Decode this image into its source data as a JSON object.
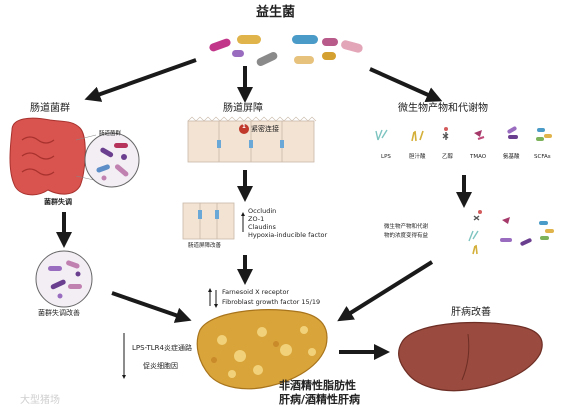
{
  "title": "益生菌",
  "branches": {
    "left": "肠道菌群",
    "middle": "肠道屏障",
    "right": "微生物产物和代谢物"
  },
  "left": {
    "zoom_label": "肠道菌群",
    "dysbiosis": "菌群失调",
    "improved": "菌群失调改善",
    "pathway": "LPS-TLR4炎症通路",
    "cytokines": "促炎细胞因"
  },
  "middle": {
    "tight_junction_num": "1",
    "tight_junction": "紧密连接",
    "proteins": [
      "Occludin",
      "ZO-1",
      "Claudins",
      "Hypoxia-inducible factor"
    ],
    "barrier_improved": "肠道屏障改善",
    "receptors": [
      "Farnesoid X receptor",
      "Fibroblast growth factor 15/19"
    ]
  },
  "right": {
    "metabolites": [
      "LPS",
      "胆汁酸",
      "乙醇",
      "TMAO",
      "氨基酸",
      "SCFAs"
    ],
    "level_change": [
      "微生物产物和代谢",
      "物的浓度变得有益"
    ],
    "liver_improved": "肝病改善"
  },
  "disease": [
    "非酒精性脂肪性",
    "肝病/酒精性肝病"
  ],
  "watermark": "大型猪场",
  "colors": {
    "arrow": "#1a1a1a",
    "intestine": "#d9534f",
    "fatty_liver": "#d9a43a",
    "healthy_liver": "#9a4a3e",
    "cell": "#f3e3d3",
    "cell_border": "#c9b8a8"
  }
}
